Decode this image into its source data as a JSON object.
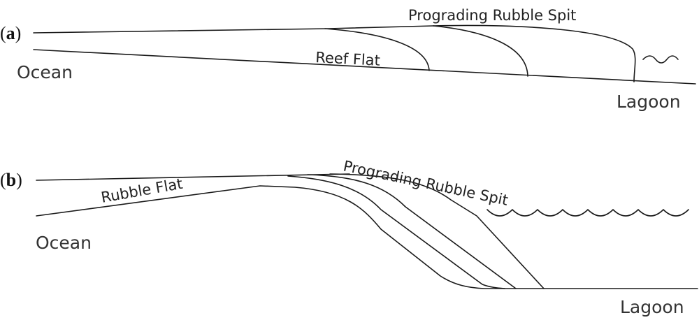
{
  "panels": {
    "a": {
      "label_open": "(",
      "label_letter": "a",
      "label_close": ")",
      "ocean": "Ocean",
      "lagoon": "Lagoon",
      "reef_flat": "Reef Flat",
      "spit": "Prograding Rubble Spit"
    },
    "b": {
      "label_open": "(",
      "label_letter": "b",
      "label_close": ")",
      "ocean": "Ocean",
      "lagoon": "Lagoon",
      "rubble_flat": "Rubble Flat",
      "spit": "Prograding Rubble Spit"
    }
  }
}
